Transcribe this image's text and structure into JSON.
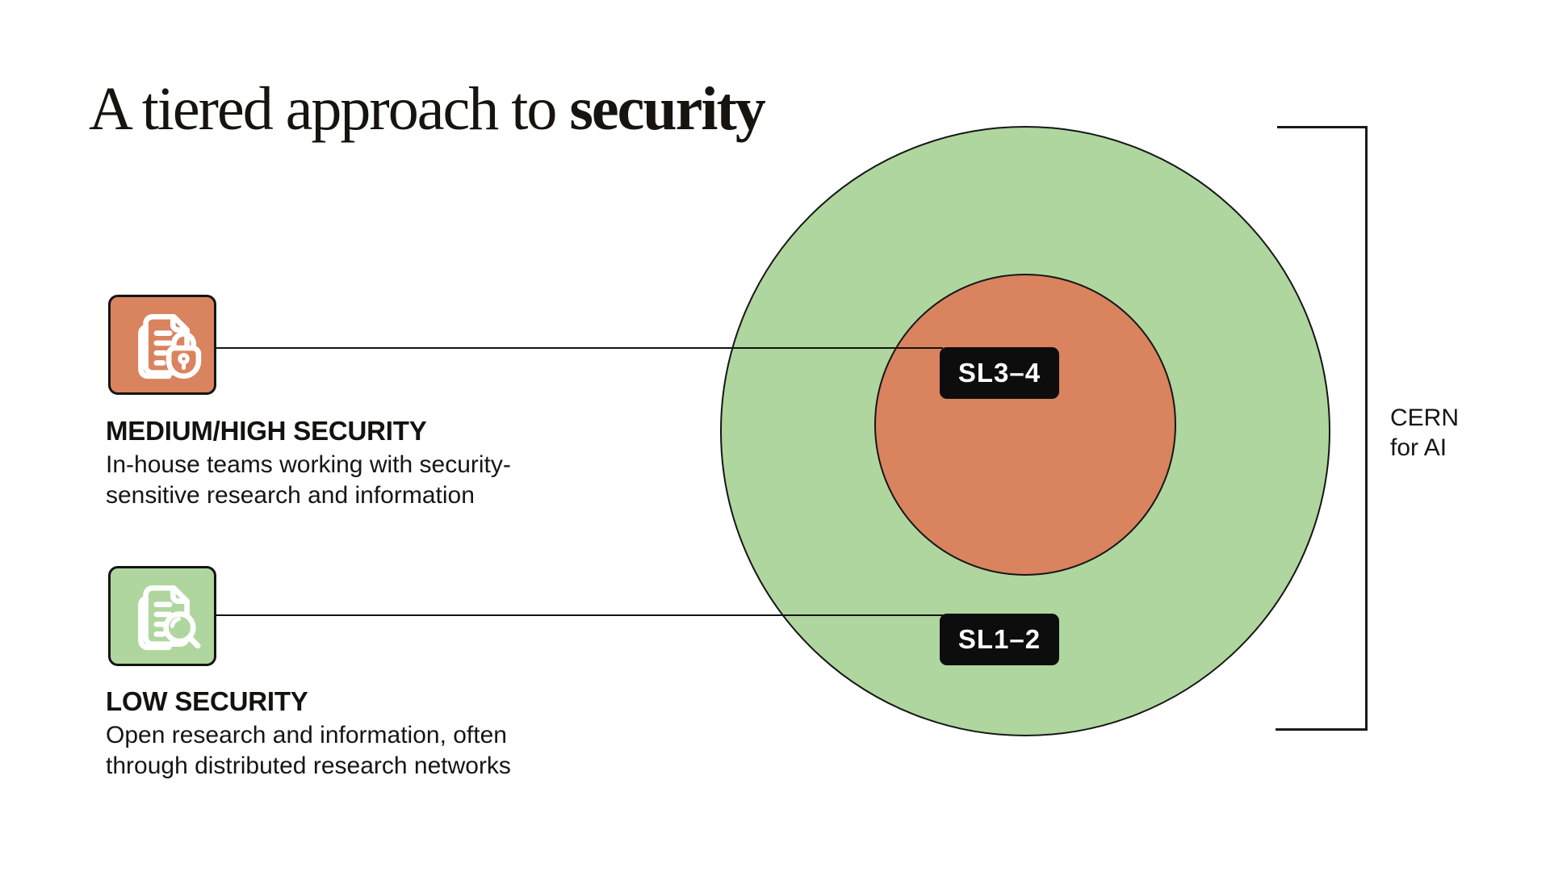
{
  "page": {
    "background_color": "#FFFFFF",
    "text_color": "#16130F"
  },
  "title": {
    "regular": "A tiered approach to ",
    "bold": "security"
  },
  "tiers": [
    {
      "id": "medium-high-security",
      "icon": "document-lock-icon",
      "box_color": "#D9835F",
      "heading": "MEDIUM/HIGH SECURITY",
      "body_lines": [
        "In-house teams working with security-",
        "sensitive research and information"
      ],
      "badge": "SL3–4"
    },
    {
      "id": "low-security",
      "icon": "document-search-icon",
      "box_color": "#AFD69E",
      "heading": "LOW SECURITY",
      "body_lines": [
        "Open research and information, often",
        "through distributed research networks"
      ],
      "badge": "SL1–2"
    }
  ],
  "diagram": {
    "outer_circle_color": "#AFD69E",
    "inner_circle_color": "#D9835F",
    "inner_badge": "SL3–4",
    "outer_badge": "SL1–2",
    "badge_background": "#0D0D0D",
    "badge_text_color": "#FFFFFF"
  },
  "bracket": {
    "label_line1": "CERN",
    "label_line2": "for AI"
  }
}
